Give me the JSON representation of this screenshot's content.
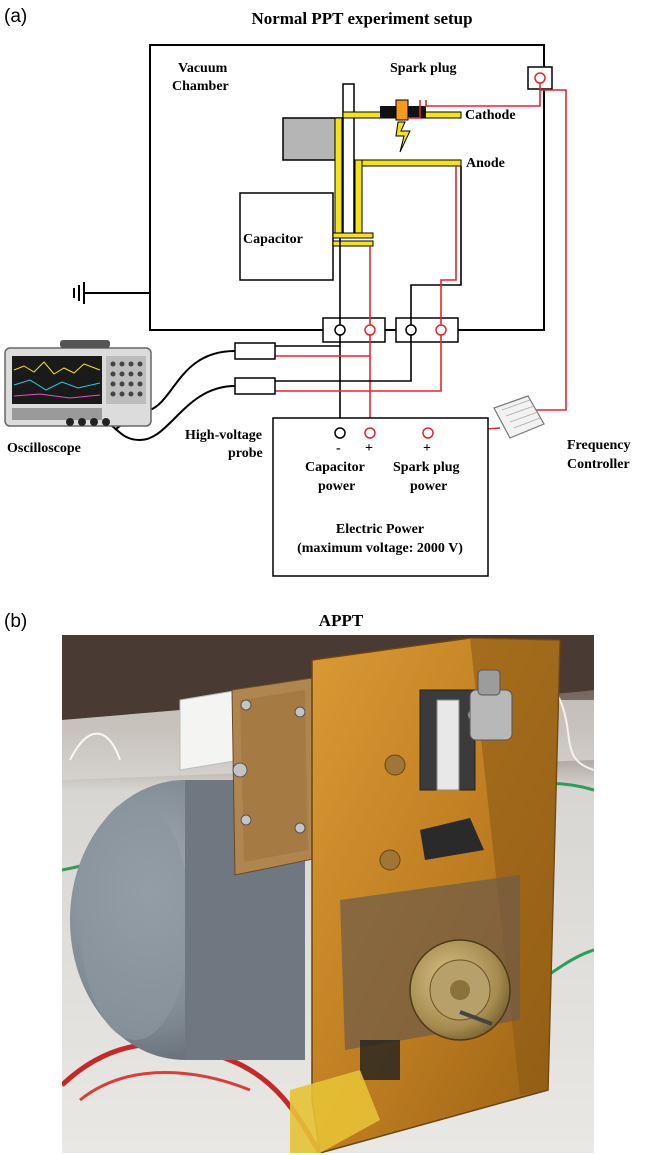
{
  "panel_a": {
    "label": "(a)",
    "title": "Normal PPT experiment setup",
    "vacuum_chamber_line1": "Vacuum",
    "vacuum_chamber_line2": "Chamber",
    "spark_plug": "Spark plug",
    "cathode": "Cathode",
    "anode": "Anode",
    "capacitor": "Capacitor",
    "oscilloscope": "Oscilloscope",
    "probe_line1": "High-voltage",
    "probe_line2": "probe",
    "frequency_line1": "Frequency",
    "frequency_line2": "Controller",
    "minus": "-",
    "plus": "+",
    "plus2": "+",
    "cap_power_line1": "Capacitor",
    "cap_power_line2": "power",
    "spark_power_line1": "Spark plug",
    "spark_power_line2": "power",
    "electric_power_line1": "Electric Power",
    "electric_power_line2": "(maximum voltage: 2000 V)"
  },
  "panel_b": {
    "label": "(b)",
    "title": "APPT"
  },
  "colors": {
    "wire_red": "#e8242c",
    "electrode_yellow": "#f4e31c",
    "block_gray": "#b5b5b5",
    "board_orange": "#c88a2a"
  }
}
